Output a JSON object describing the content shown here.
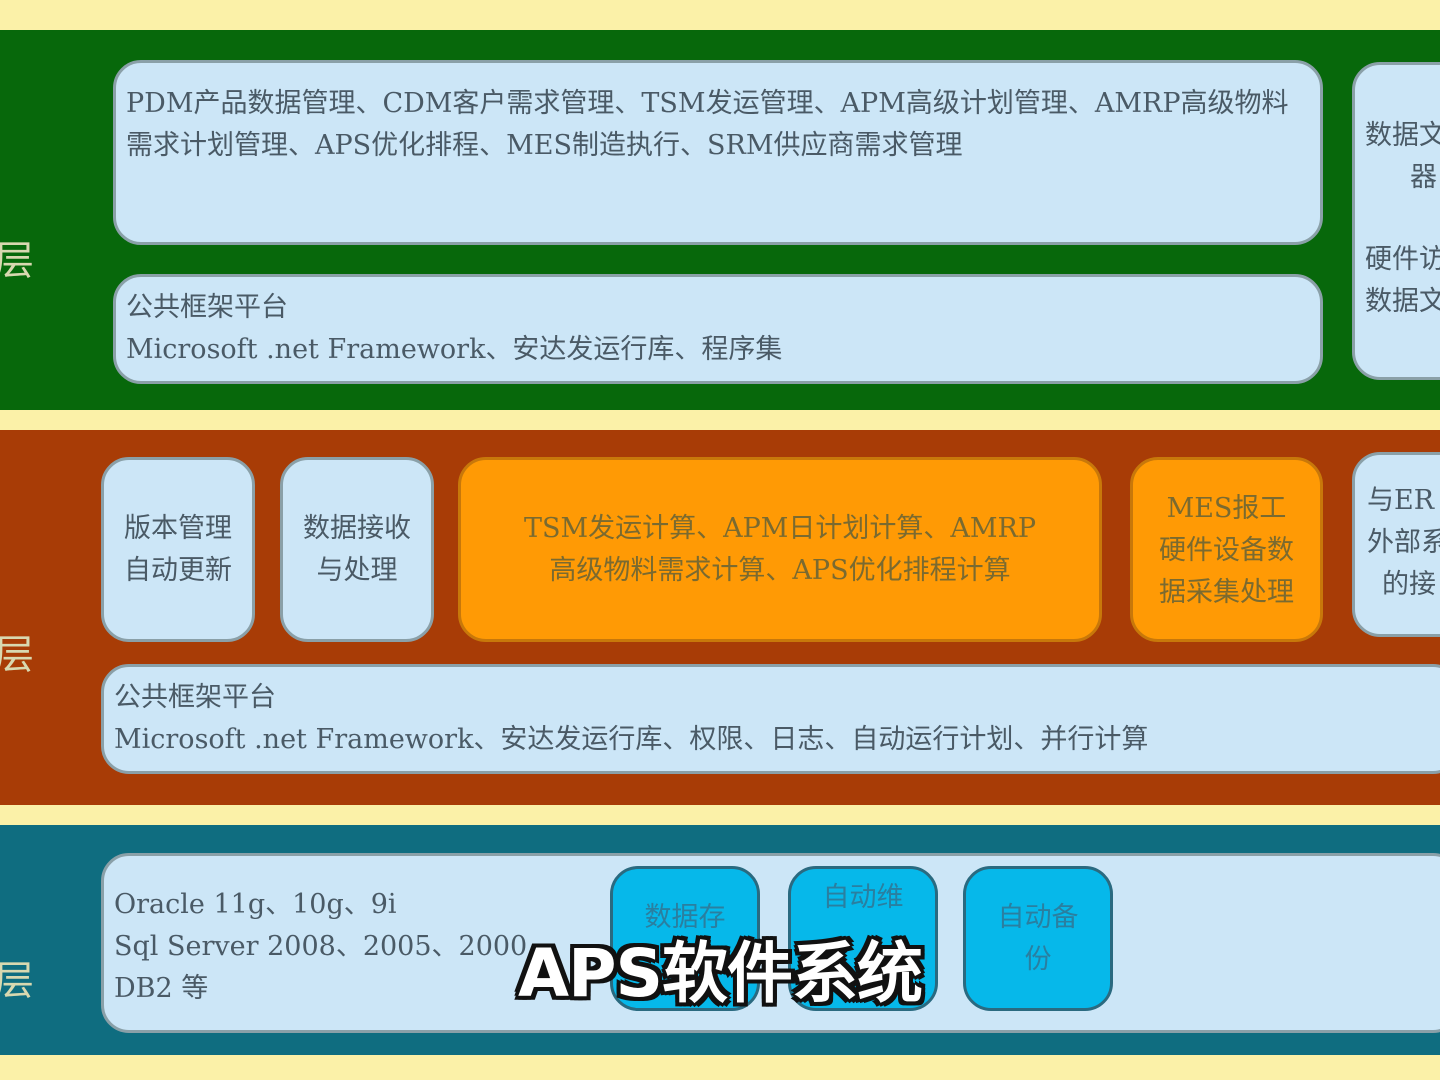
{
  "layers": [
    {
      "label": "层",
      "color": "#07680b"
    },
    {
      "label": "层",
      "color": "#a83c06"
    },
    {
      "label": "层",
      "color": "#0f6d80"
    }
  ],
  "app_layer": {
    "modules": "PDM产品数据管理、CDM客户需求管理、TSM发运管理、APM高级计划管理、AMRP高级物料需求计划管理、APS优化排程、MES制造执行、SRM供应商需求管理",
    "framework_title": "公共框架平台",
    "framework_text": "Microsoft .net Framework、安达发运行库、程序集",
    "side_lines": [
      "数据文",
      "器",
      "",
      "硬件访",
      "数据文"
    ]
  },
  "service_layer": {
    "box1": [
      "版本管理",
      "自动更新"
    ],
    "box2": [
      "数据接收",
      "与处理"
    ],
    "calc": [
      "TSM发运计算、APM日计划计算、AMRP",
      "高级物料需求计算、APS优化排程计算"
    ],
    "mes": [
      "MES报工",
      "硬件设备数",
      "据采集处理"
    ],
    "side_lines": [
      "与ER",
      "外部系",
      "的接"
    ],
    "framework_title": "公共框架平台",
    "framework_text": "Microsoft .net Framework、安达发运行库、权限、日志、自动运行计划、并行计算"
  },
  "data_layer": {
    "db_lines": [
      "Oracle 11g、10g、9i",
      "Sql Server 2008、2005、2000",
      "DB2 等"
    ],
    "box1": "数据存",
    "box2": "自动维",
    "box3": [
      "自动备",
      "份"
    ]
  },
  "subtitle": "APS软件系统"
}
